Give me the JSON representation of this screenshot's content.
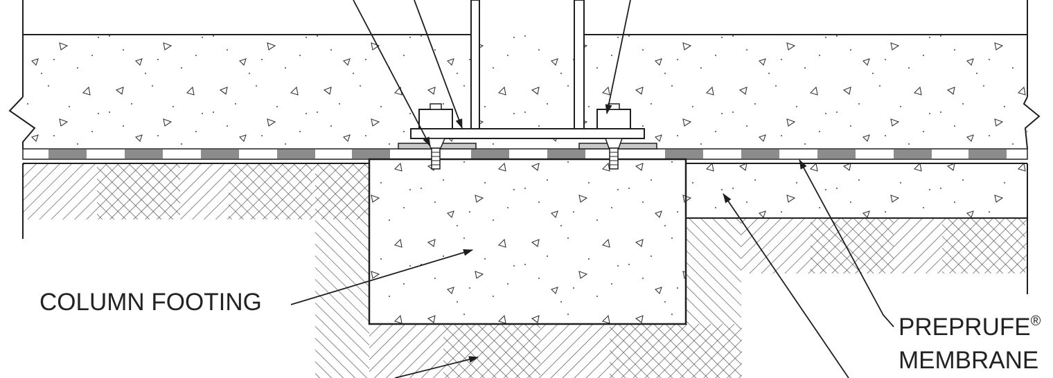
{
  "labels": {
    "column_footing": "COLUMN FOOTING",
    "membrane_line1": "PREPRUFE",
    "membrane_registered": "®",
    "membrane_line2": "MEMBRANE"
  },
  "colors": {
    "ink": "#1e1e1e",
    "membrane_band": "#8c8c8c",
    "hatch": "#555555",
    "paper": "#ffffff"
  }
}
